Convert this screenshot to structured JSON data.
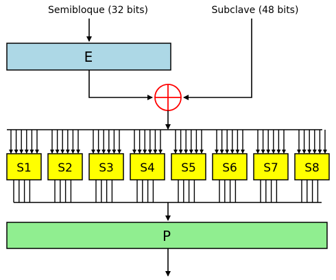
{
  "inputs": {
    "half_block": "Semibloque (32 bits)",
    "subkey": "Subclave (48 bits)"
  },
  "expansion": {
    "label": "E",
    "color": "#add8e6"
  },
  "xor": {
    "color": "#ff0000"
  },
  "sboxes": {
    "color": "#ffff00",
    "labels": [
      "S1",
      "S2",
      "S3",
      "S4",
      "S5",
      "S6",
      "S7",
      "S8"
    ]
  },
  "permutation": {
    "label": "P",
    "color": "#90ee90"
  }
}
